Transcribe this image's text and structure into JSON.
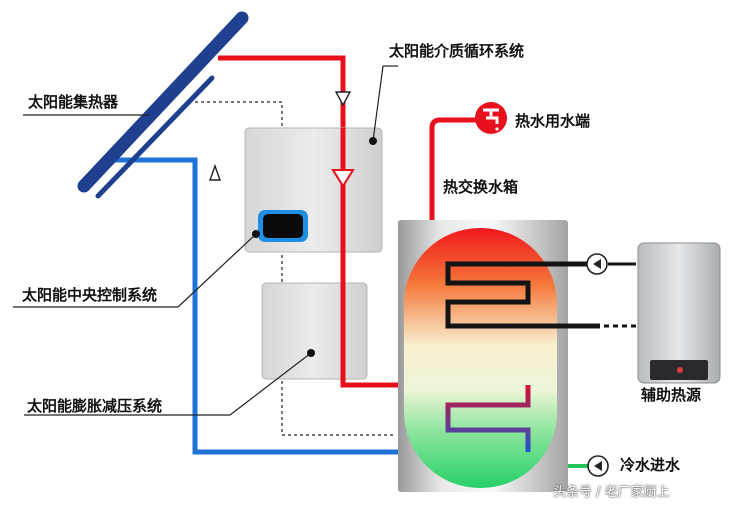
{
  "labels": {
    "collector": "太阳能集热器",
    "medium_loop": "太阳能介质循环系统",
    "hot_outlet": "热水用水端",
    "exchange_tank": "热交换水箱",
    "central_control": "太阳能中央控制系统",
    "expansion": "太阳能膨胀减压系统",
    "aux_heater": "辅助热源",
    "cold_inlet": "冷水进水"
  },
  "watermark": "头条号 / 老厂家厨上",
  "colors": {
    "hot": "#e8101c",
    "cold": "#1e73d8",
    "return": "#22c35a",
    "panel": "#1f3f8f"
  }
}
